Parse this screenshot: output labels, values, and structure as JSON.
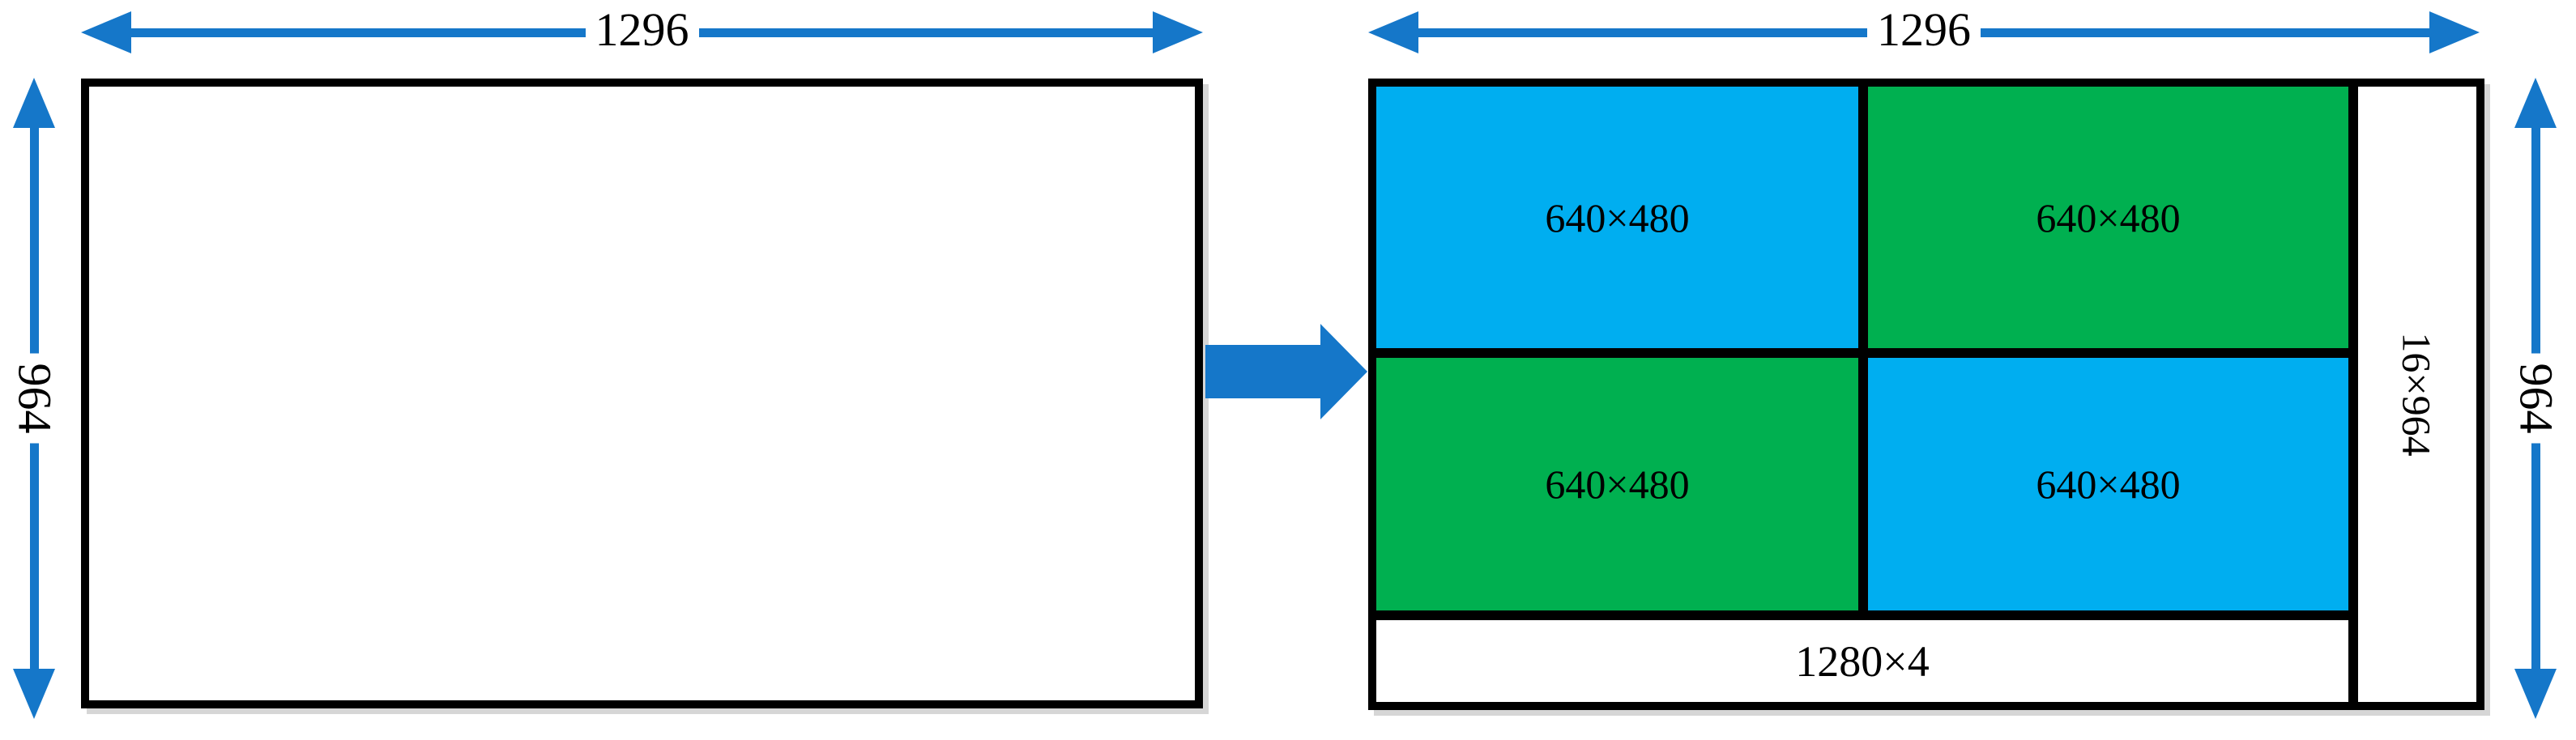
{
  "figure": {
    "type": "image-partition-diagram",
    "left_panel": {
      "width_label": "1296",
      "height_label": "964"
    },
    "transform_arrow": {
      "direction": "right"
    },
    "right_panel": {
      "width_label": "1296",
      "height_label": "964",
      "quadrants": [
        {
          "position": "top-left",
          "label": "640×480",
          "color": "#00AEF0"
        },
        {
          "position": "top-right",
          "label": "640×480",
          "color": "#00B050"
        },
        {
          "position": "bottom-left",
          "label": "640×480",
          "color": "#00B050"
        },
        {
          "position": "bottom-right",
          "label": "640×480",
          "color": "#00AEF0"
        }
      ],
      "bottom_strip": {
        "label": "1280×4"
      },
      "right_strip": {
        "label": "16×964"
      }
    },
    "colors": {
      "arrow_blue": "#1577C9",
      "block_blue": "#00AEF0",
      "block_green": "#00B050",
      "outline": "#000000"
    }
  }
}
